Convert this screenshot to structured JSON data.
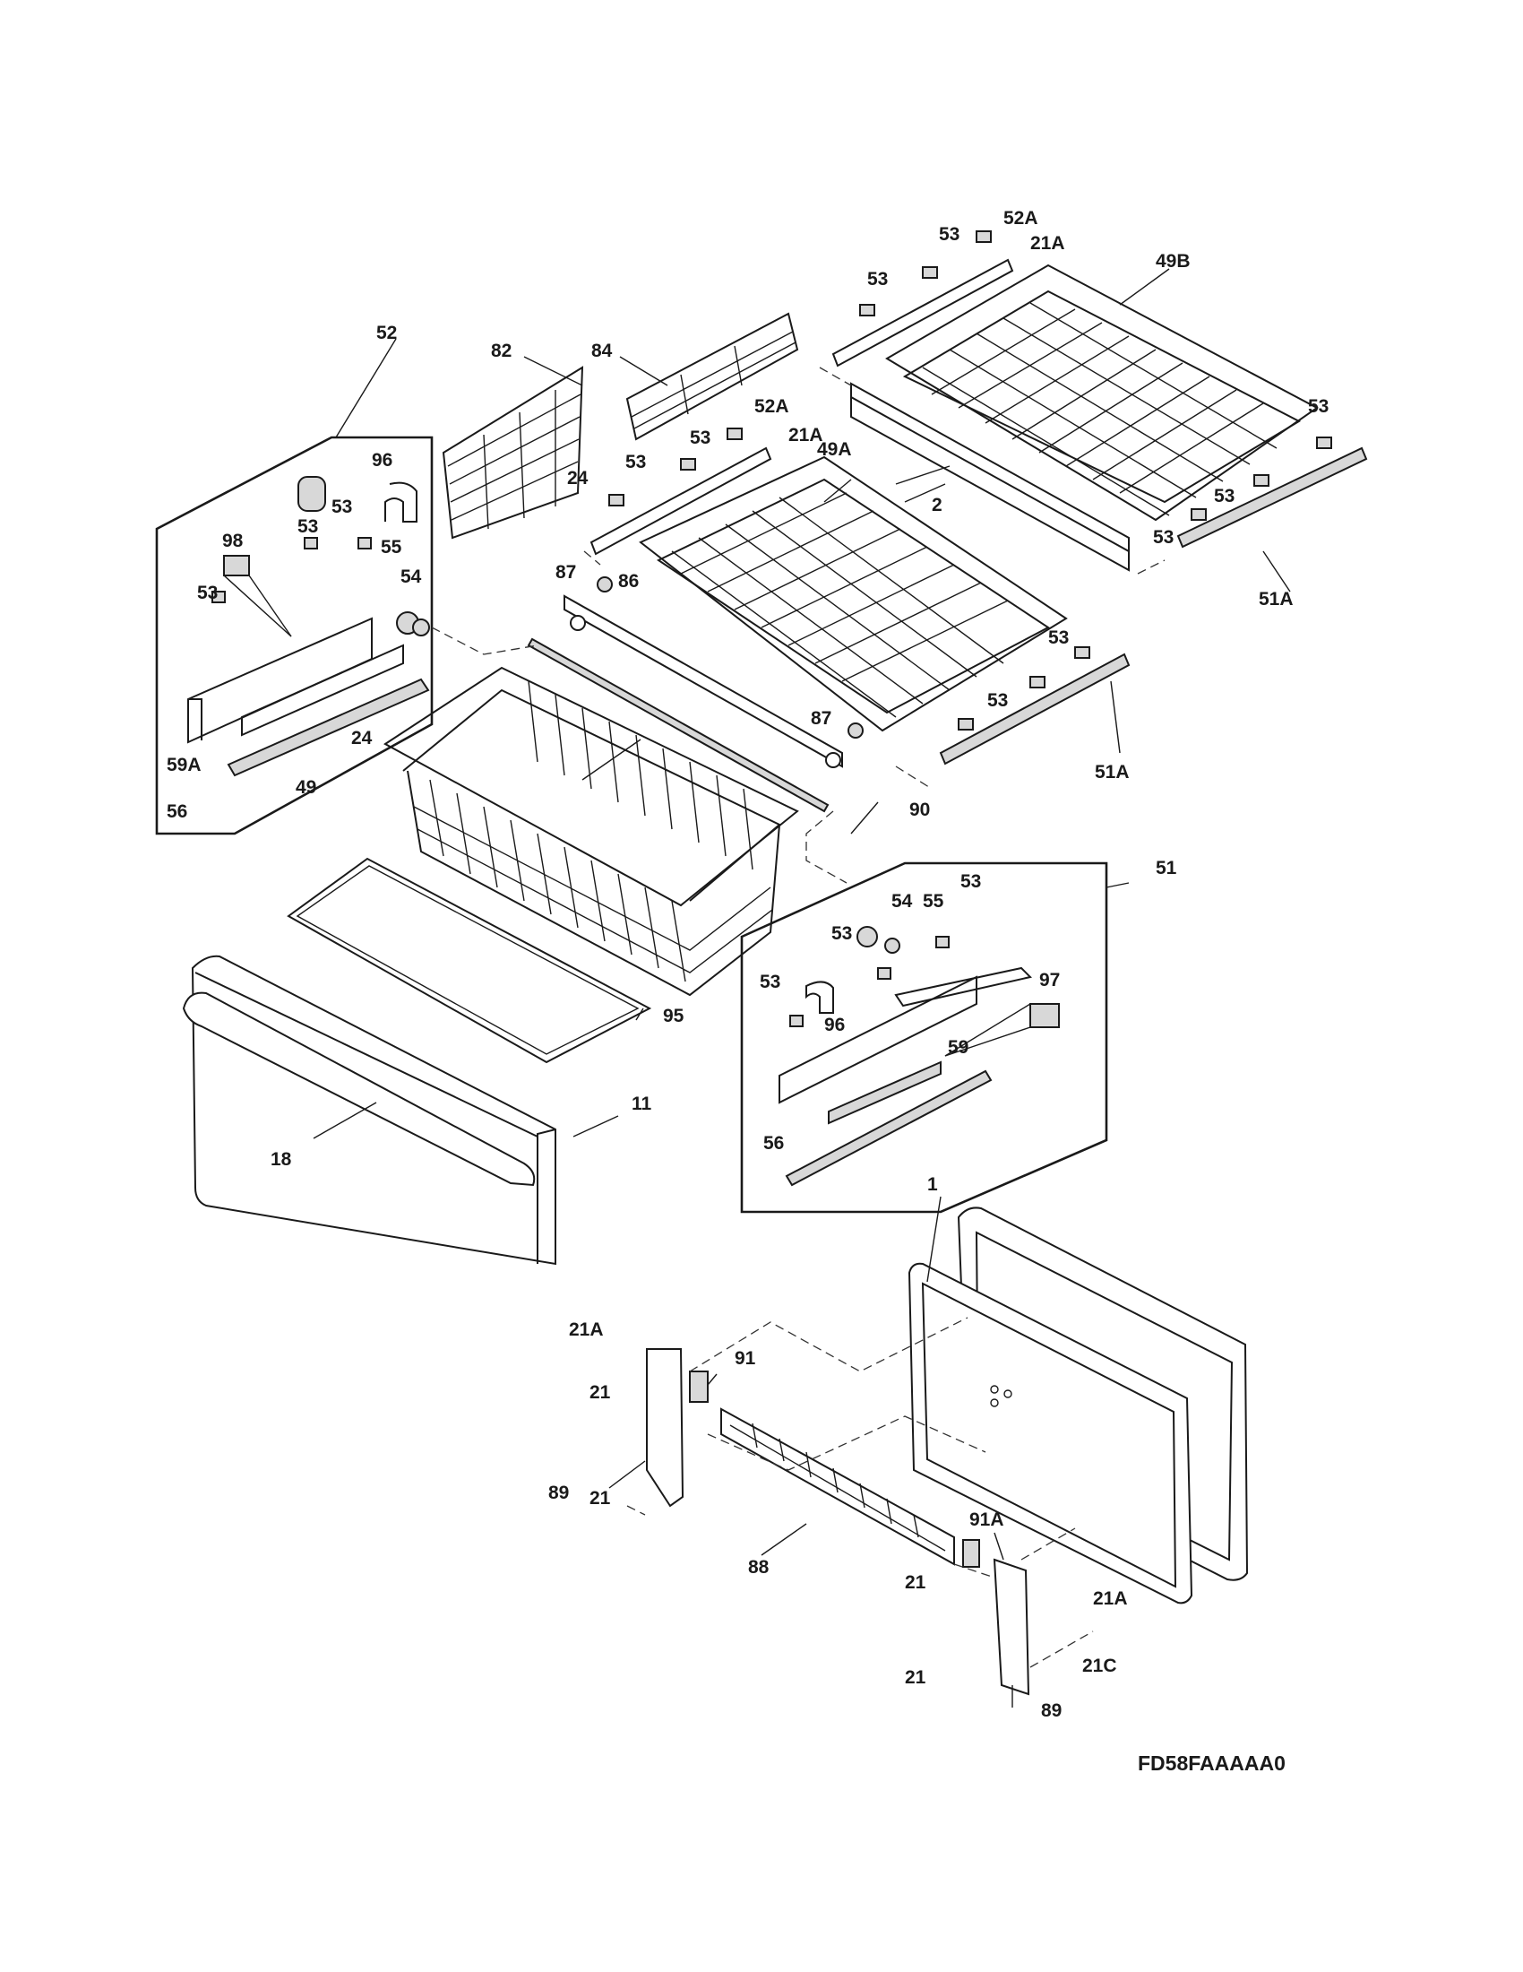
{
  "diagram_code": "FD58FAAAAA0",
  "labels": {
    "l52": "52",
    "l82": "82",
    "l84": "84",
    "l53a": "53",
    "l52A_top": "52A",
    "l21A_top": "21A",
    "l49B": "49B",
    "l53b": "53",
    "l96a": "96",
    "l24a": "24",
    "l53c": "53",
    "l52A_mid": "52A",
    "l53d": "53",
    "l21A_mid": "21A",
    "l49A": "49A",
    "l53e": "53",
    "l53f": "53",
    "l98": "98",
    "l53g": "53",
    "l53h": "53",
    "l2": "2",
    "l55a": "55",
    "l54a": "54",
    "l53i": "53",
    "l87a": "87",
    "l86": "86",
    "l51A_top": "51A",
    "l53j": "53",
    "l53k": "53",
    "l59A": "59A",
    "l24b": "24",
    "l49": "49",
    "l87b": "87",
    "l51A_mid": "51A",
    "l56a": "56",
    "l90": "90",
    "l51": "51",
    "l54b": "54",
    "l55b": "55",
    "l53l": "53",
    "l53m": "53",
    "l97": "97",
    "l53n": "53",
    "l96b": "96",
    "l95": "95",
    "l59": "59",
    "l11": "11",
    "l56b": "56",
    "l18": "18",
    "l1": "1",
    "l21A_bl": "21A",
    "l91": "91",
    "l21a": "21",
    "l89a": "89",
    "l21b": "21",
    "l88": "88",
    "l91A": "91A",
    "l21c": "21",
    "l21A_br": "21A",
    "l21C": "21C",
    "l21d": "21",
    "l89b": "89"
  }
}
